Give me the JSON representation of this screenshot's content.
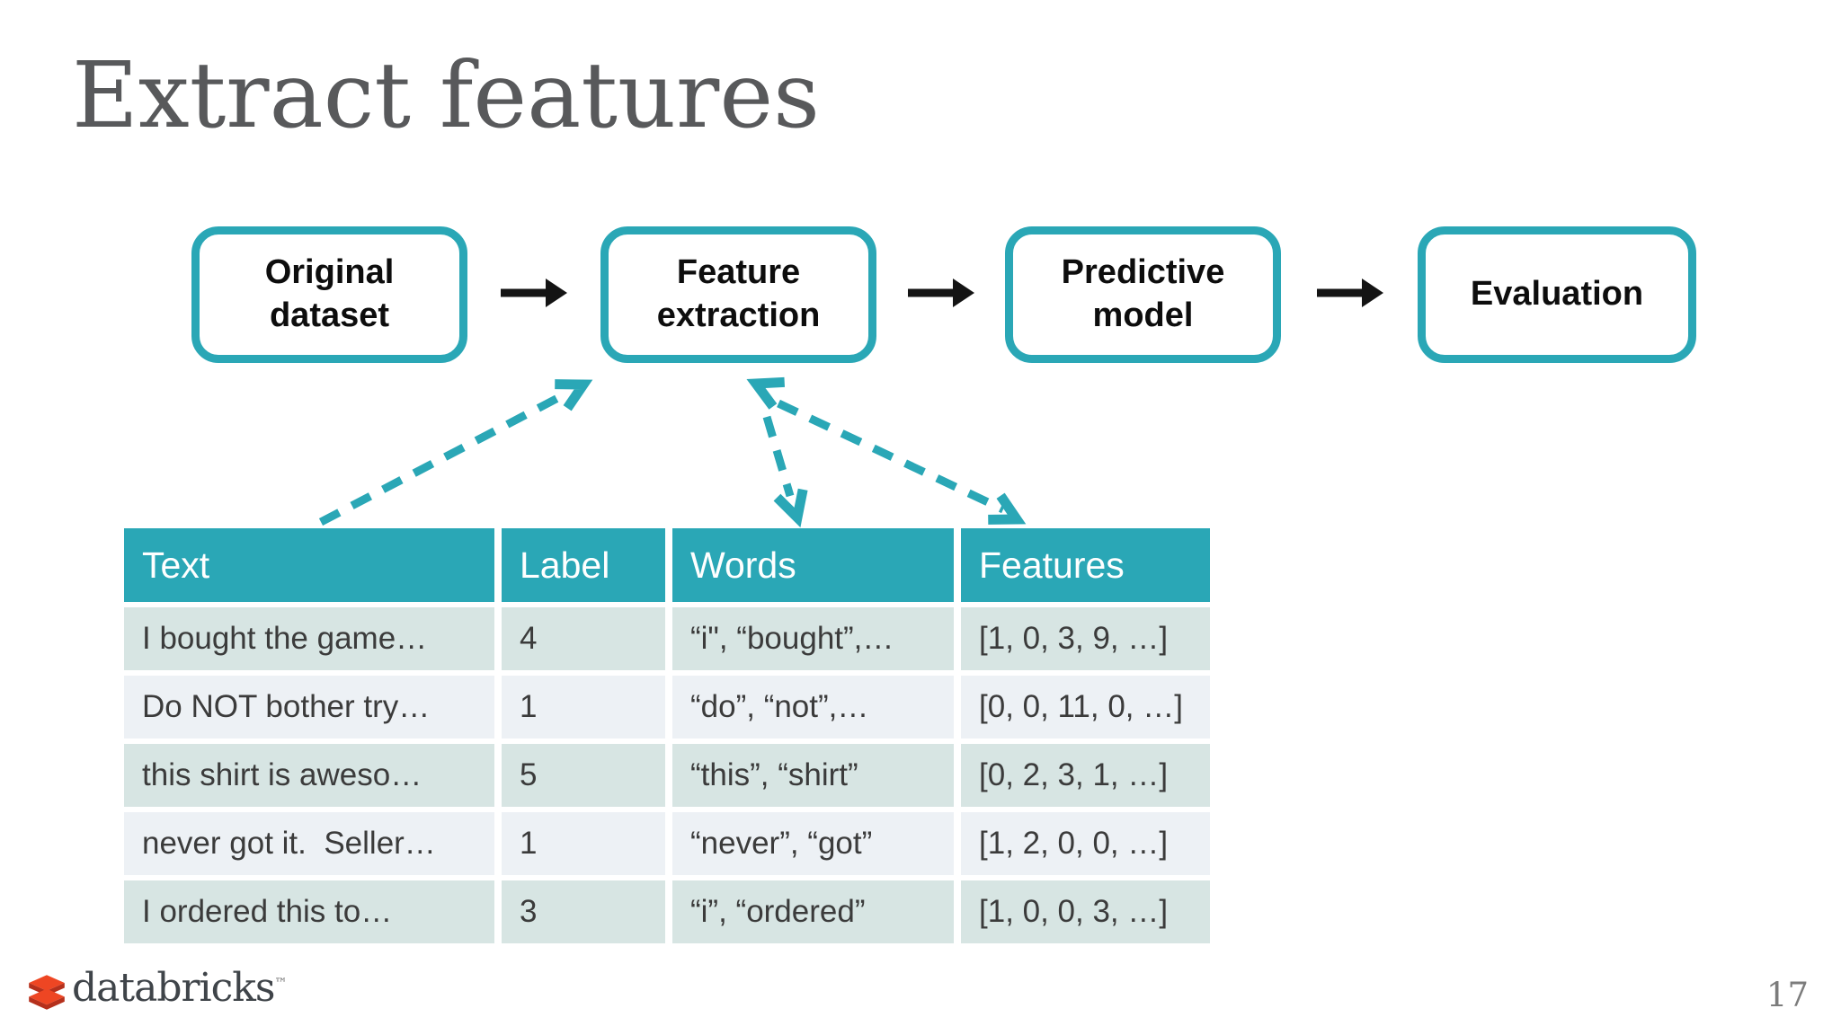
{
  "title": "Extract features",
  "flow": {
    "boxes": [
      {
        "label": "Original dataset"
      },
      {
        "label": "Feature extraction"
      },
      {
        "label": "Predictive model"
      },
      {
        "label": "Evaluation"
      }
    ],
    "dashed_arrows": [
      {
        "from": "Text column",
        "to": "Feature extraction"
      },
      {
        "from": "Feature extraction",
        "to": "Words column"
      },
      {
        "from": "Feature extraction",
        "to": "Features column"
      }
    ]
  },
  "table": {
    "headers": [
      "Text",
      "Label",
      "Words",
      "Features"
    ],
    "rows": [
      [
        "I bought the game…",
        "4",
        "“i\", “bought”,…",
        "[1, 0, 3, 9, …]"
      ],
      [
        "Do NOT bother try…",
        "1",
        "“do”, “not”,…",
        "[0, 0, 11, 0, …]"
      ],
      [
        "this shirt is aweso…",
        "5",
        "“this”, “shirt”",
        "[0, 2, 3, 1, …]"
      ],
      [
        "never got it.  Seller…",
        "1",
        "“never”, “got”",
        "[1, 2, 0, 0, …]"
      ],
      [
        "I ordered this to…",
        "3",
        "“i”, “ordered”",
        "[1, 0, 0, 3, …]"
      ]
    ]
  },
  "footer": {
    "brand": "databricks",
    "trademark": "™",
    "page_number": "17"
  },
  "colors": {
    "accent_teal": "#2aa7b6",
    "row_stripe_dark": "#d7e5e3",
    "row_stripe_light": "#edf1f5",
    "title_gray": "#58595b",
    "brick_top": "#ee4623",
    "brick_front": "#b5301c"
  }
}
